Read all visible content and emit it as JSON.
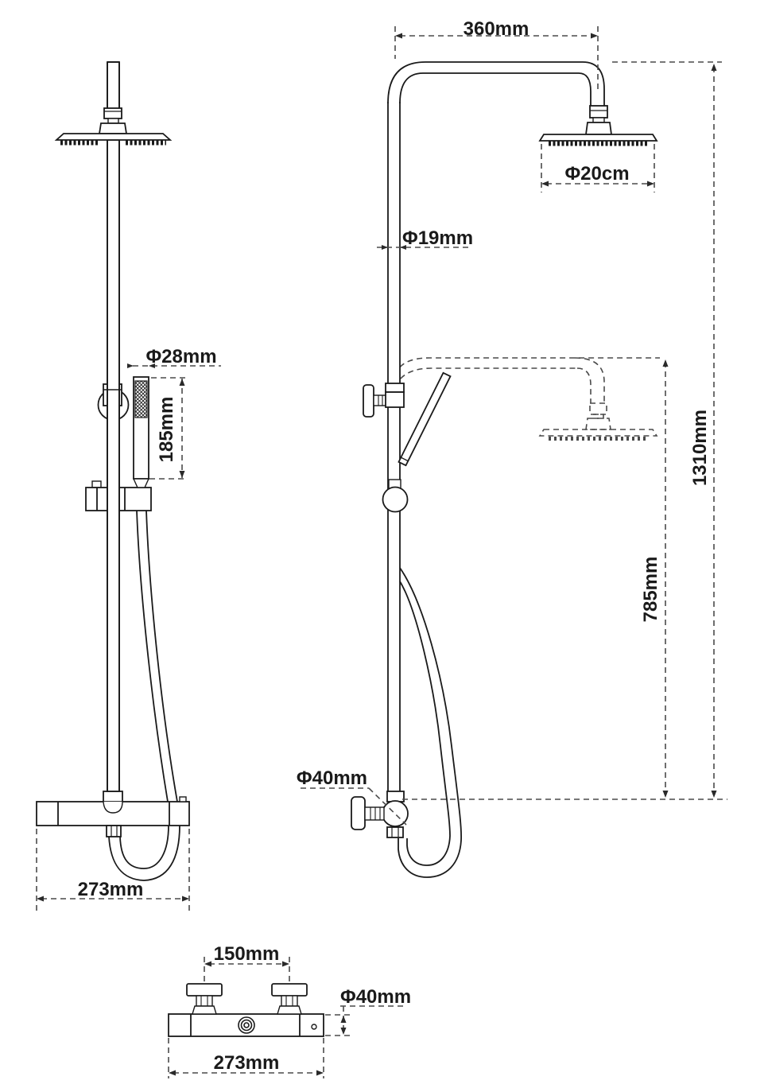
{
  "labels": {
    "side_view": {
      "arm_reach": "360mm",
      "head_diameter": "Φ20cm",
      "pipe_diameter": "Φ19mm",
      "total_height": "1310mm",
      "lower_outlet_height": "785mm",
      "valve_diameter": "Φ40mm"
    },
    "front_view": {
      "handset_diameter": "Φ28mm",
      "handset_length": "185mm",
      "valve_width": "273mm"
    },
    "top_view": {
      "handle_spacing": "150mm",
      "valve_body_diameter": "Φ40mm",
      "valve_width": "273mm"
    }
  },
  "style": {
    "line_color": "#1a1a1a",
    "dash_color": "#4a4a4a",
    "background": "#ffffff"
  }
}
